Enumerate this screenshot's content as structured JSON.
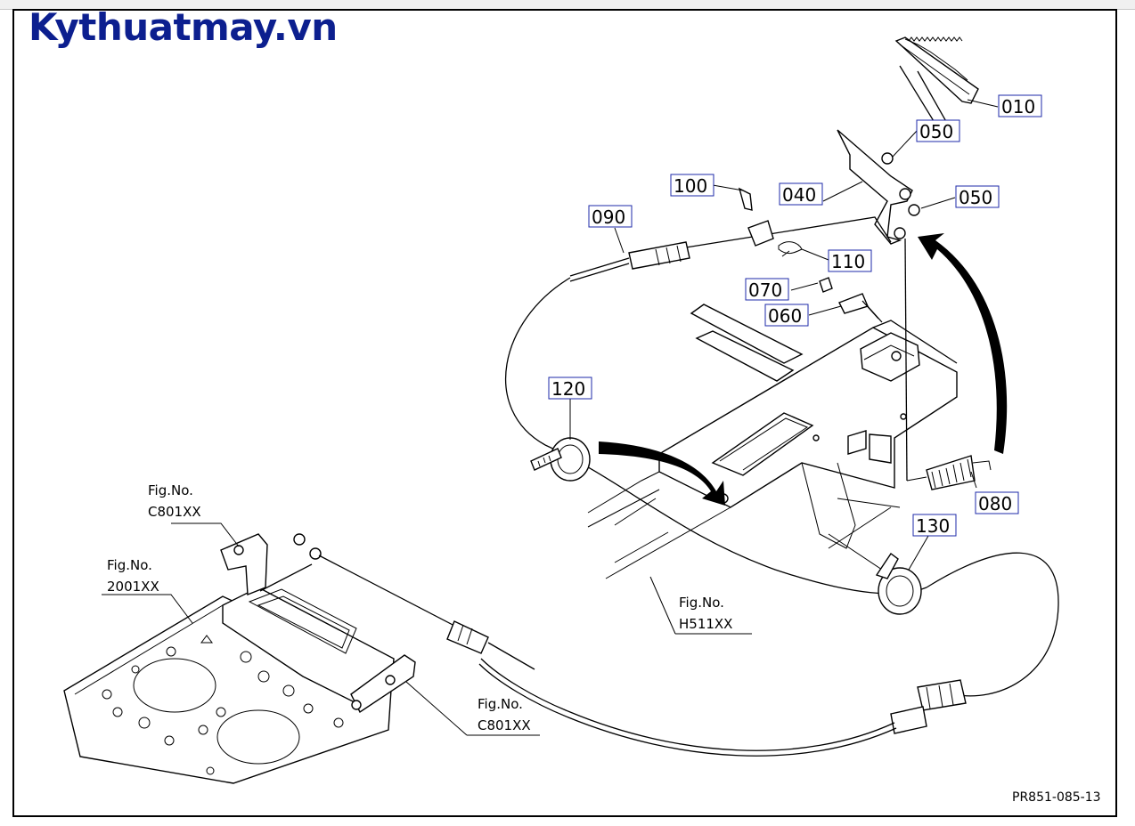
{
  "brand": {
    "text": "Kythuatmay.vn",
    "color": "#0c1f8f"
  },
  "part_labels": {
    "p010": "010",
    "p050a": "050",
    "p040": "040",
    "p050b": "050",
    "p100": "100",
    "p090": "090",
    "p110": "110",
    "p070": "070",
    "p060": "060",
    "p120": "120",
    "p080": "080",
    "p130": "130"
  },
  "figure_refs": {
    "c801_top": {
      "title": "Fig.No.",
      "code": "C801XX"
    },
    "f2001": {
      "title": "Fig.No.",
      "code": "2001XX"
    },
    "h511": {
      "title": "Fig.No.",
      "code": "H511XX"
    },
    "c801_bottom": {
      "title": "Fig.No.",
      "code": "C801XX"
    }
  },
  "diagram_code": "PR851-085-13"
}
